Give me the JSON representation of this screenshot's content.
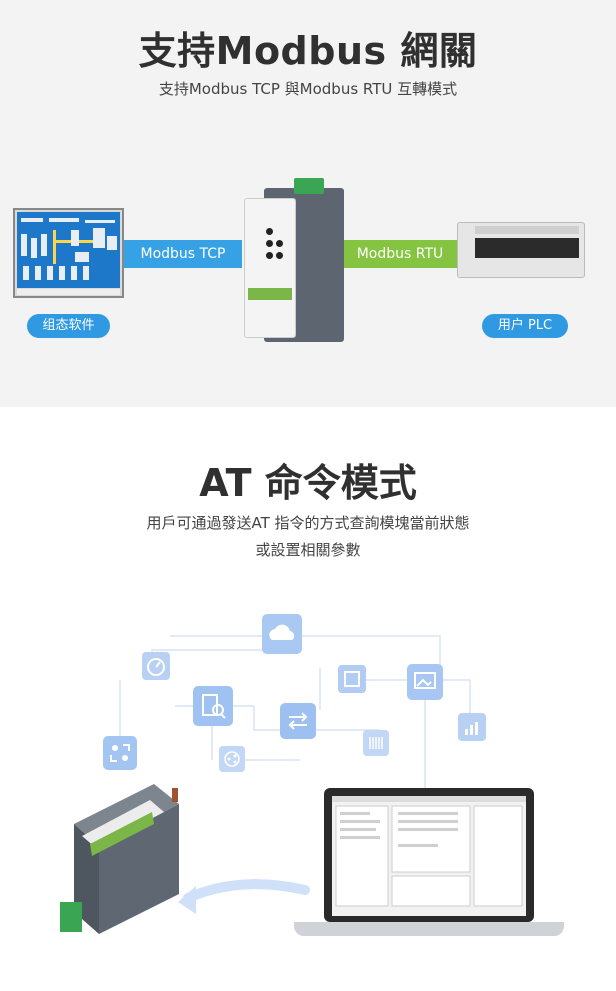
{
  "section1": {
    "title": "支持Modbus 網關",
    "subtitle": "支持Modbus TCP 與Modbus RTU 互轉模式",
    "left_band": "Modbus TCP",
    "right_band": "Modbus RTU",
    "left_pill": "组态软件",
    "right_pill": "用户 PLC",
    "colors": {
      "tcp": "#36a2e5",
      "rtu": "#84c440",
      "pill": "#2f9ae2"
    }
  },
  "section2": {
    "title": "AT 命令模式",
    "subtitle_line1": "用戶可通過發送AT 指令的方式查詢模塊當前狀態",
    "subtitle_line2": "或設置相關參數",
    "icons": [
      "cloud-icon",
      "gauge-icon",
      "search-doc-icon",
      "chip-icon",
      "image-settings-icon",
      "chart-up-icon",
      "transfer-icon",
      "barcode-icon",
      "users-icon",
      "share-icon"
    ]
  }
}
